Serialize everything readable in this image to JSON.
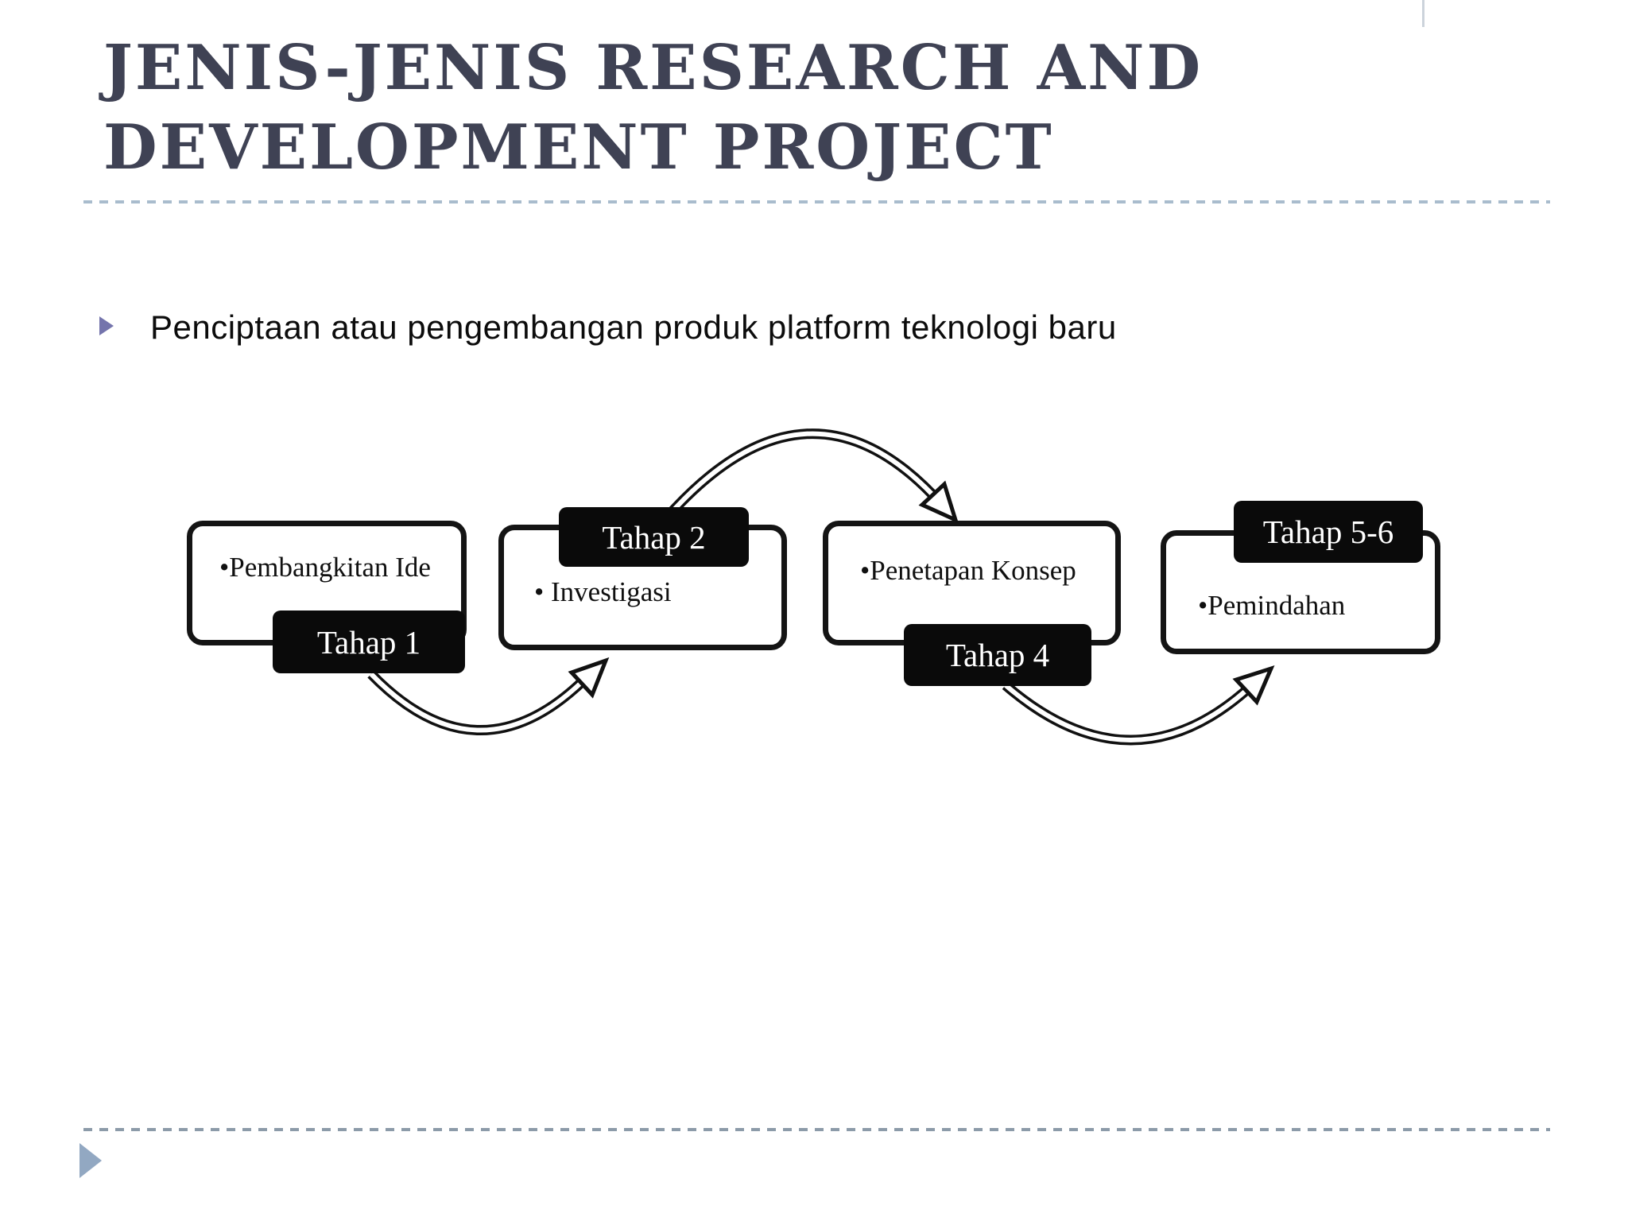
{
  "slide": {
    "title": {
      "line1": "JENIS-JENIS RESEARCH AND",
      "line2": "DEVELOPMENT PROJECT"
    },
    "bullet_text": "Penciptaan atau pengembangan produk platform teknologi baru"
  },
  "diagram": {
    "stages": [
      {
        "label": "Tahap 1",
        "content": "•Pembangkitan Ide",
        "label_position": "bottom"
      },
      {
        "label": "Tahap 2",
        "content": "• Investigasi",
        "label_position": "top"
      },
      {
        "label": "Tahap 4",
        "content": "•Penetapan Konsep",
        "label_position": "bottom"
      },
      {
        "label": "Tahap 5-6",
        "content": "•Pemindahan",
        "label_position": "top"
      }
    ],
    "connections": [
      {
        "from": "Tahap 1",
        "to": "Tahap 2"
      },
      {
        "from": "Tahap 2",
        "to": "Tahap 4"
      },
      {
        "from": "Tahap 4",
        "to": "Tahap 5-6"
      }
    ]
  },
  "icons": {
    "bullet_marker": "triangle-right-icon",
    "footer_marker": "triangle-right-icon"
  },
  "colors": {
    "title": "#3f4254",
    "top_divider": "#a9bccd",
    "bottom_divider": "#8c9ba9",
    "bullet_marker": "#7474ac",
    "footer_marker": "#92a8c2",
    "stage_border": "#141414",
    "stage_label_bg": "#0a0a0a",
    "stage_label_text": "#ffffff"
  }
}
